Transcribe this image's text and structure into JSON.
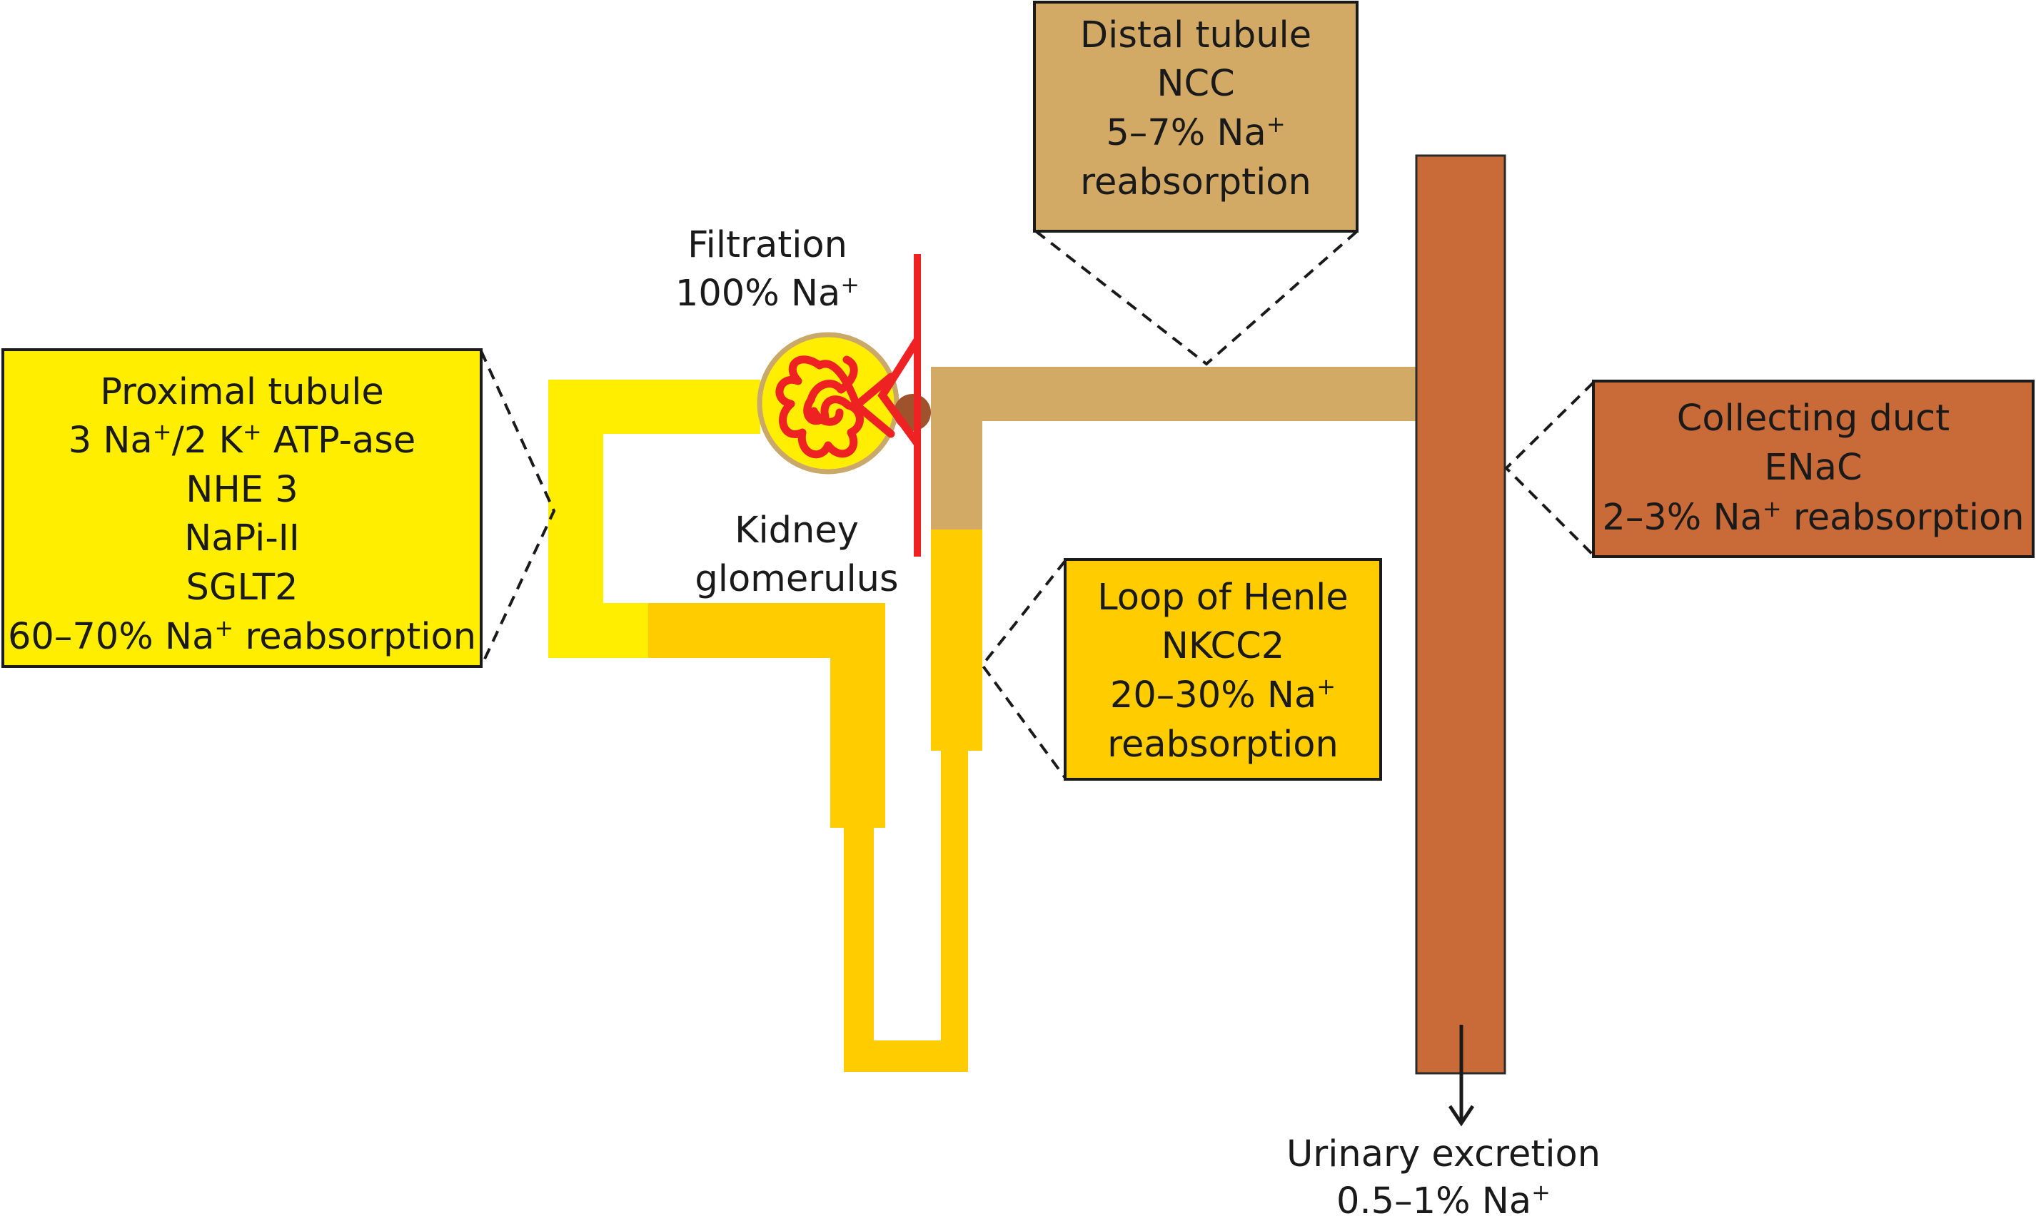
{
  "diagram": {
    "filtration": {
      "line1": "Filtration",
      "line2_value": "100% Na",
      "line2_sup": "+"
    },
    "glomerulus": {
      "line1": "Kidney",
      "line2": "glomerulus"
    },
    "proximal": {
      "title": "Proximal tubule",
      "l2_a": "3 Na",
      "l2_sup1": "+",
      "l2_b": "/2 K",
      "l2_sup2": "+",
      "l2_c": " ATP-ase",
      "l3": "NHE 3",
      "l4": "NaPi-II",
      "l5": "SGLT2",
      "l6_a": "60–70% Na",
      "l6_sup": "+",
      "l6_b": " reabsorption"
    },
    "distal": {
      "title": "Distal tubule",
      "l2": "NCC",
      "l3_a": "5–7% Na",
      "l3_sup": "+",
      "l4": "reabsorption"
    },
    "loop": {
      "title": "Loop of Henle",
      "l2": "NKCC2",
      "l3_a": "20–30% Na",
      "l3_sup": "+",
      "l4": "reabsorption"
    },
    "collecting": {
      "title": "Collecting duct",
      "l2": "ENaC",
      "l3_a": "2–3% Na",
      "l3_sup": "+",
      "l3_b": " reabsorption"
    },
    "excretion": {
      "line1": "Urinary excretion",
      "line2_a": "0.5–1% Na",
      "line2_sup": "+"
    },
    "colors": {
      "proximal": "#ffee00",
      "loop": "#ffcc00",
      "distal": "#d2aa66",
      "collecting": "#c96b38",
      "capillary": "#ee2222",
      "arteriole": "#a0522d"
    }
  }
}
